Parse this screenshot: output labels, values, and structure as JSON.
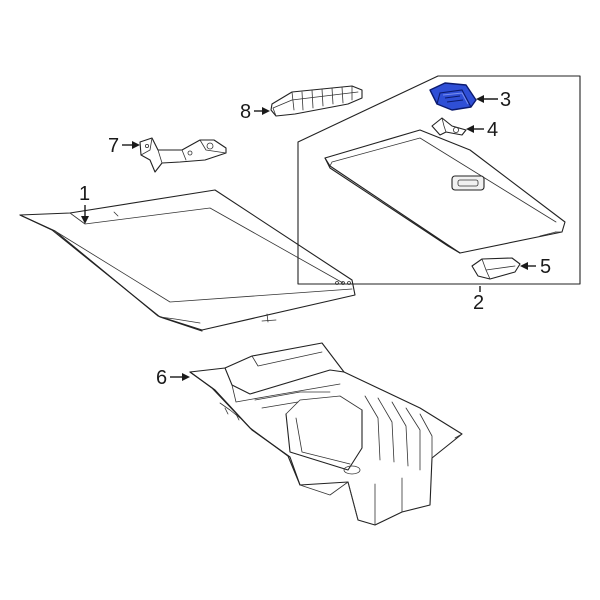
{
  "callouts": [
    {
      "id": "1",
      "label": "1"
    },
    {
      "id": "2",
      "label": "2"
    },
    {
      "id": "3",
      "label": "3"
    },
    {
      "id": "4",
      "label": "4"
    },
    {
      "id": "5",
      "label": "5"
    },
    {
      "id": "6",
      "label": "6"
    },
    {
      "id": "7",
      "label": "7"
    },
    {
      "id": "8",
      "label": "8"
    }
  ],
  "colors": {
    "highlight_fill": "#2f4fd6",
    "highlight_stroke": "#0b1a6e",
    "line": "#222222",
    "background": "#ffffff"
  }
}
